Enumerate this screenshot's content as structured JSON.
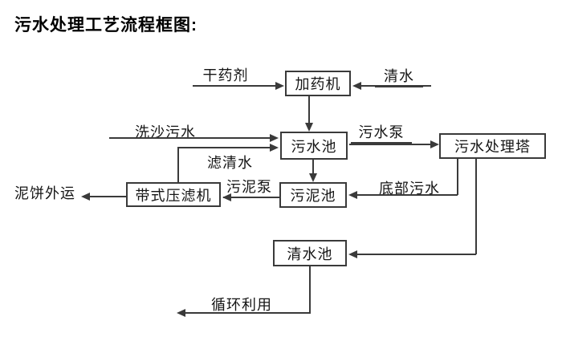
{
  "title": "污水处理工艺流程框图:",
  "colors": {
    "line": "#3a3a3a",
    "text": "#151515",
    "background": "#ffffff"
  },
  "nodes": {
    "dosing_machine": {
      "label": "加药机"
    },
    "sewage_pool": {
      "label": "污水池"
    },
    "treatment_tower": {
      "label": "污水处理塔"
    },
    "belt_filter_press": {
      "label": "带式压滤机"
    },
    "sludge_pool": {
      "label": "污泥池"
    },
    "clean_water_pool": {
      "label": "清水池"
    }
  },
  "edge_labels": {
    "dry_agent": "干药剂",
    "clean_water": "清水",
    "sand_washing_sewage": "洗沙污水",
    "sewage_pump": "污水泵",
    "filtered_water": "滤清水",
    "sludge_pump": "污泥泵",
    "bottom_sewage": "底部污水",
    "mud_cake_out": "泥饼外运",
    "recycle": "循环利用"
  }
}
